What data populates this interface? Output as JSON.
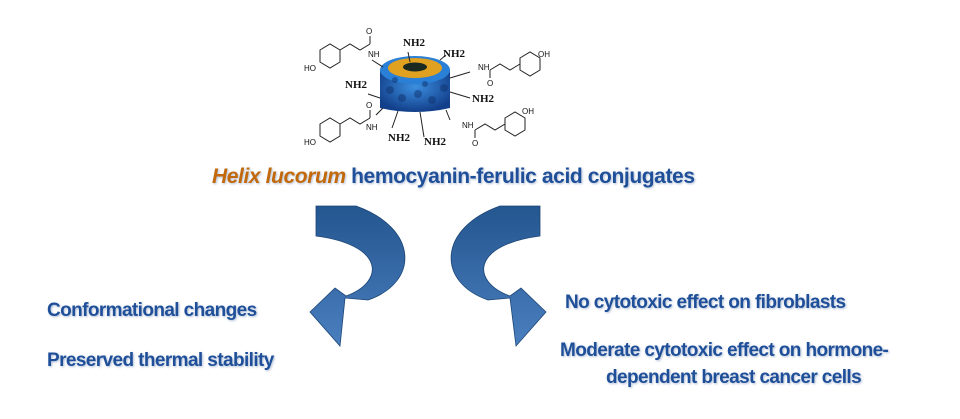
{
  "molecule": {
    "amine_label": "NH2",
    "substituent_labels": {
      "nh": "NH",
      "oh": "HO",
      "oh_right": "OH",
      "o": "O"
    }
  },
  "title": {
    "species": "Helix lucorum",
    "rest": " hemocyanin-ferulic acid conjugates"
  },
  "left_results": [
    "Conformational changes",
    "Preserved thermal stability"
  ],
  "right_results": [
    "No cytotoxic effect on fibroblasts",
    "Moderate cytotoxic effect on hormone-",
    "dependent breast cancer cells"
  ],
  "colors": {
    "text_blue": "#1f4f99",
    "species_orange": "#c2690c",
    "arrow_blue": "#2f63a3"
  }
}
